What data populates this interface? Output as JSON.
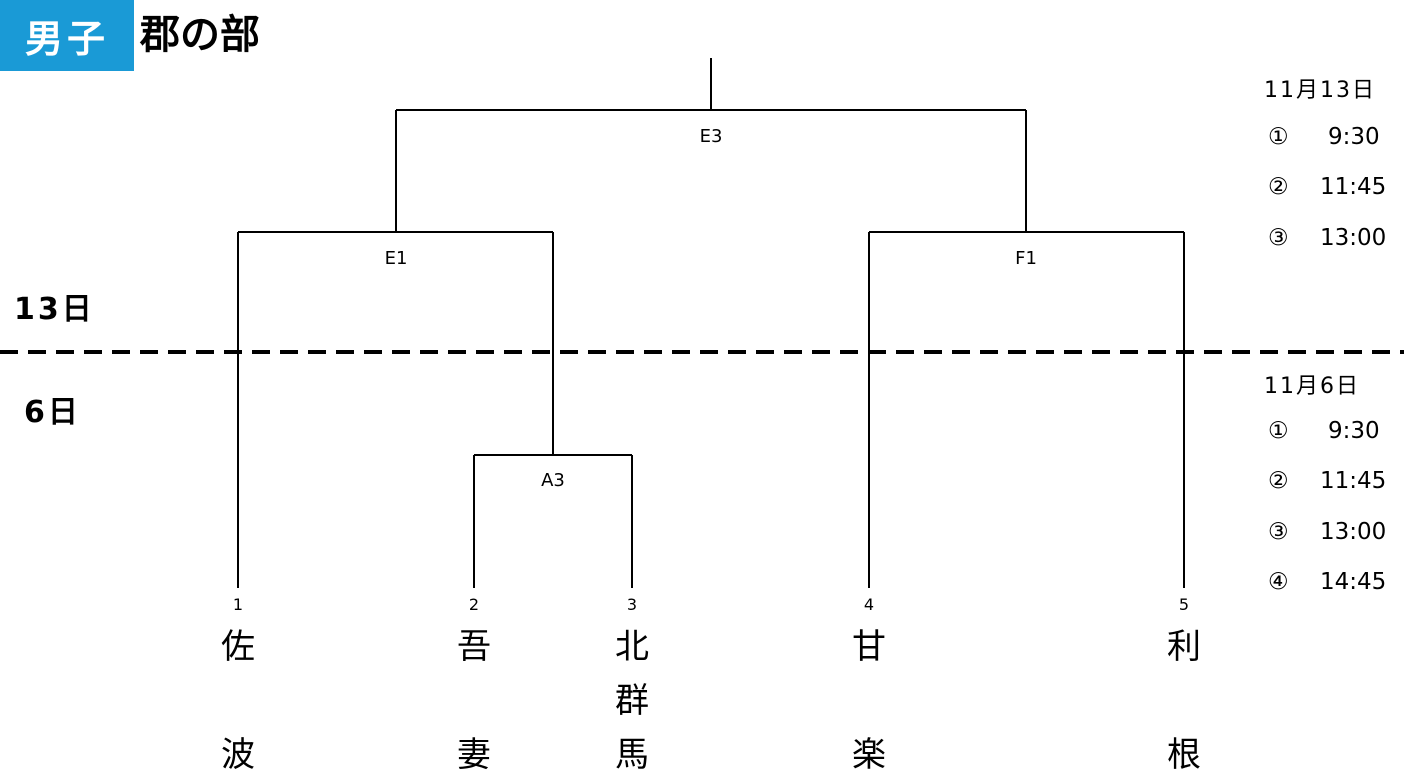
{
  "header": {
    "badge": "男子",
    "title": "郡の部",
    "badge_color": "#1a9ad6"
  },
  "day_labels": {
    "upper": "13日",
    "lower": "6日"
  },
  "schedules": [
    {
      "date": "11月13日",
      "rows": [
        {
          "num": "①",
          "time": "9:30"
        },
        {
          "num": "②",
          "time": "11:45"
        },
        {
          "num": "③",
          "time": "13:00"
        }
      ]
    },
    {
      "date": "11月6日",
      "rows": [
        {
          "num": "①",
          "time": "9:30"
        },
        {
          "num": "②",
          "time": "11:45"
        },
        {
          "num": "③",
          "time": "13:00"
        },
        {
          "num": "④",
          "time": "14:45"
        }
      ]
    }
  ],
  "matches": {
    "final": "E3",
    "semi_left": "E1",
    "semi_right": "F1",
    "first_round": "A3"
  },
  "teams": [
    {
      "seed": "1",
      "chars": [
        "佐",
        "",
        "波"
      ]
    },
    {
      "seed": "2",
      "chars": [
        "吾",
        "",
        "妻"
      ]
    },
    {
      "seed": "3",
      "chars": [
        "北",
        "群",
        "馬"
      ]
    },
    {
      "seed": "4",
      "chars": [
        "甘",
        "",
        "楽"
      ]
    },
    {
      "seed": "5",
      "chars": [
        "利",
        "",
        "根"
      ]
    }
  ]
}
